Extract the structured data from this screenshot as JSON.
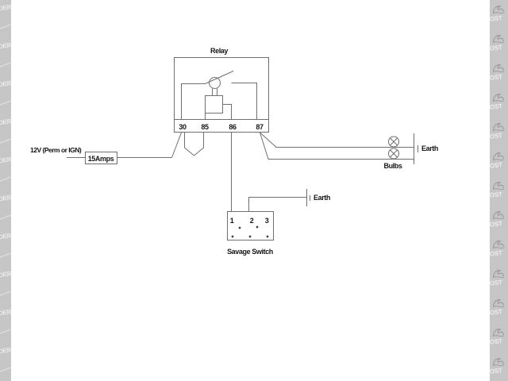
{
  "page": {
    "background_color": "#ffffff",
    "description": "Relay wiring diagram for a Savage Switch controlling bulbs"
  },
  "watermark": {
    "left_text": "DERS",
    "right_text": "OST",
    "strip_color": "#c6c6c6",
    "text_color": "#ebebeb",
    "glyph": "swirl-logo"
  },
  "diagram": {
    "line_color": "#6f6f6f",
    "text_color": "#161616",
    "relay": {
      "label": "Relay",
      "terminals": [
        "30",
        "85",
        "86",
        "87"
      ]
    },
    "supply": {
      "label": "12V (Perm or IGN)",
      "fuse_label": "15Amps"
    },
    "bulbs": {
      "label": "Bulbs"
    },
    "earth_right": {
      "label": "Earth"
    },
    "earth_mid": {
      "label": "Earth"
    },
    "switch": {
      "label": "Savage Switch",
      "terminals": [
        "1",
        "2",
        "3"
      ]
    }
  }
}
